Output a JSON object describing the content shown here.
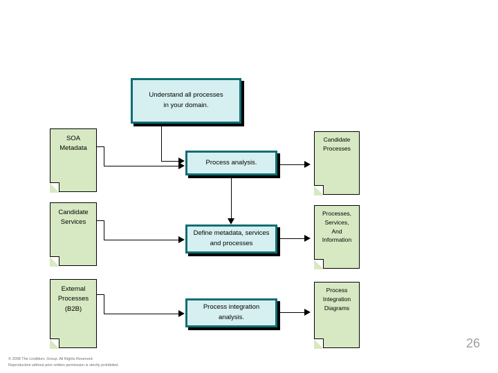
{
  "slide": {
    "page_number": "26",
    "footer_lines": [
      "© 2008 The Lindblurv. Group. All Rights Reserved.",
      "Reproduction without prior written permission is strictly prohibited."
    ]
  },
  "theme": {
    "process_fill": "#d6eff1",
    "process_border": "#0e6e72",
    "document_fill": "#d7e9c3",
    "document_border": "#000000",
    "shadow": "#000000",
    "page_number_color": "#9c9c9c"
  },
  "process_boxes": [
    {
      "id": "understand",
      "lines": [
        "Understand all processes",
        "in your domain."
      ]
    },
    {
      "id": "process-analysis",
      "lines": [
        "Process analysis."
      ]
    },
    {
      "id": "define-metadata",
      "lines": [
        "Define metadata, services",
        "and processes"
      ]
    },
    {
      "id": "process-integration",
      "lines": [
        "Process integration",
        "analysis."
      ]
    }
  ],
  "input_documents": [
    {
      "id": "soa-metadata",
      "lines": [
        "SOA",
        "Metadata"
      ]
    },
    {
      "id": "candidate-services",
      "lines": [
        "Candidate",
        "Services"
      ]
    },
    {
      "id": "external-processes",
      "lines": [
        "External",
        "Processes",
        "(B2B)"
      ]
    }
  ],
  "output_documents": [
    {
      "id": "candidate-processes",
      "lines": [
        "Candidate",
        "Processes"
      ]
    },
    {
      "id": "processes-services-information",
      "lines": [
        "Processes,",
        "Services,",
        "And",
        "Information"
      ]
    },
    {
      "id": "process-integration-diagrams",
      "lines": [
        "Process",
        "Integration",
        "Diagrams"
      ]
    }
  ],
  "connectors": [
    {
      "id": "understand-to-process-analysis",
      "type": "vertical-arrow-down"
    },
    {
      "id": "soa-metadata-to-process-analysis",
      "type": "horizontal-arrow-right"
    },
    {
      "id": "process-analysis-to-candidate-processes",
      "type": "horizontal-arrow-right"
    },
    {
      "id": "process-analysis-to-define-metadata",
      "type": "vertical-arrow-down"
    },
    {
      "id": "candidate-services-to-define-metadata",
      "type": "horizontal-arrow-right"
    },
    {
      "id": "define-metadata-to-processes-services",
      "type": "horizontal-arrow-right"
    },
    {
      "id": "external-processes-to-process-integration",
      "type": "horizontal-arrow-right"
    },
    {
      "id": "process-integration-to-diagrams",
      "type": "horizontal-arrow-right"
    }
  ]
}
